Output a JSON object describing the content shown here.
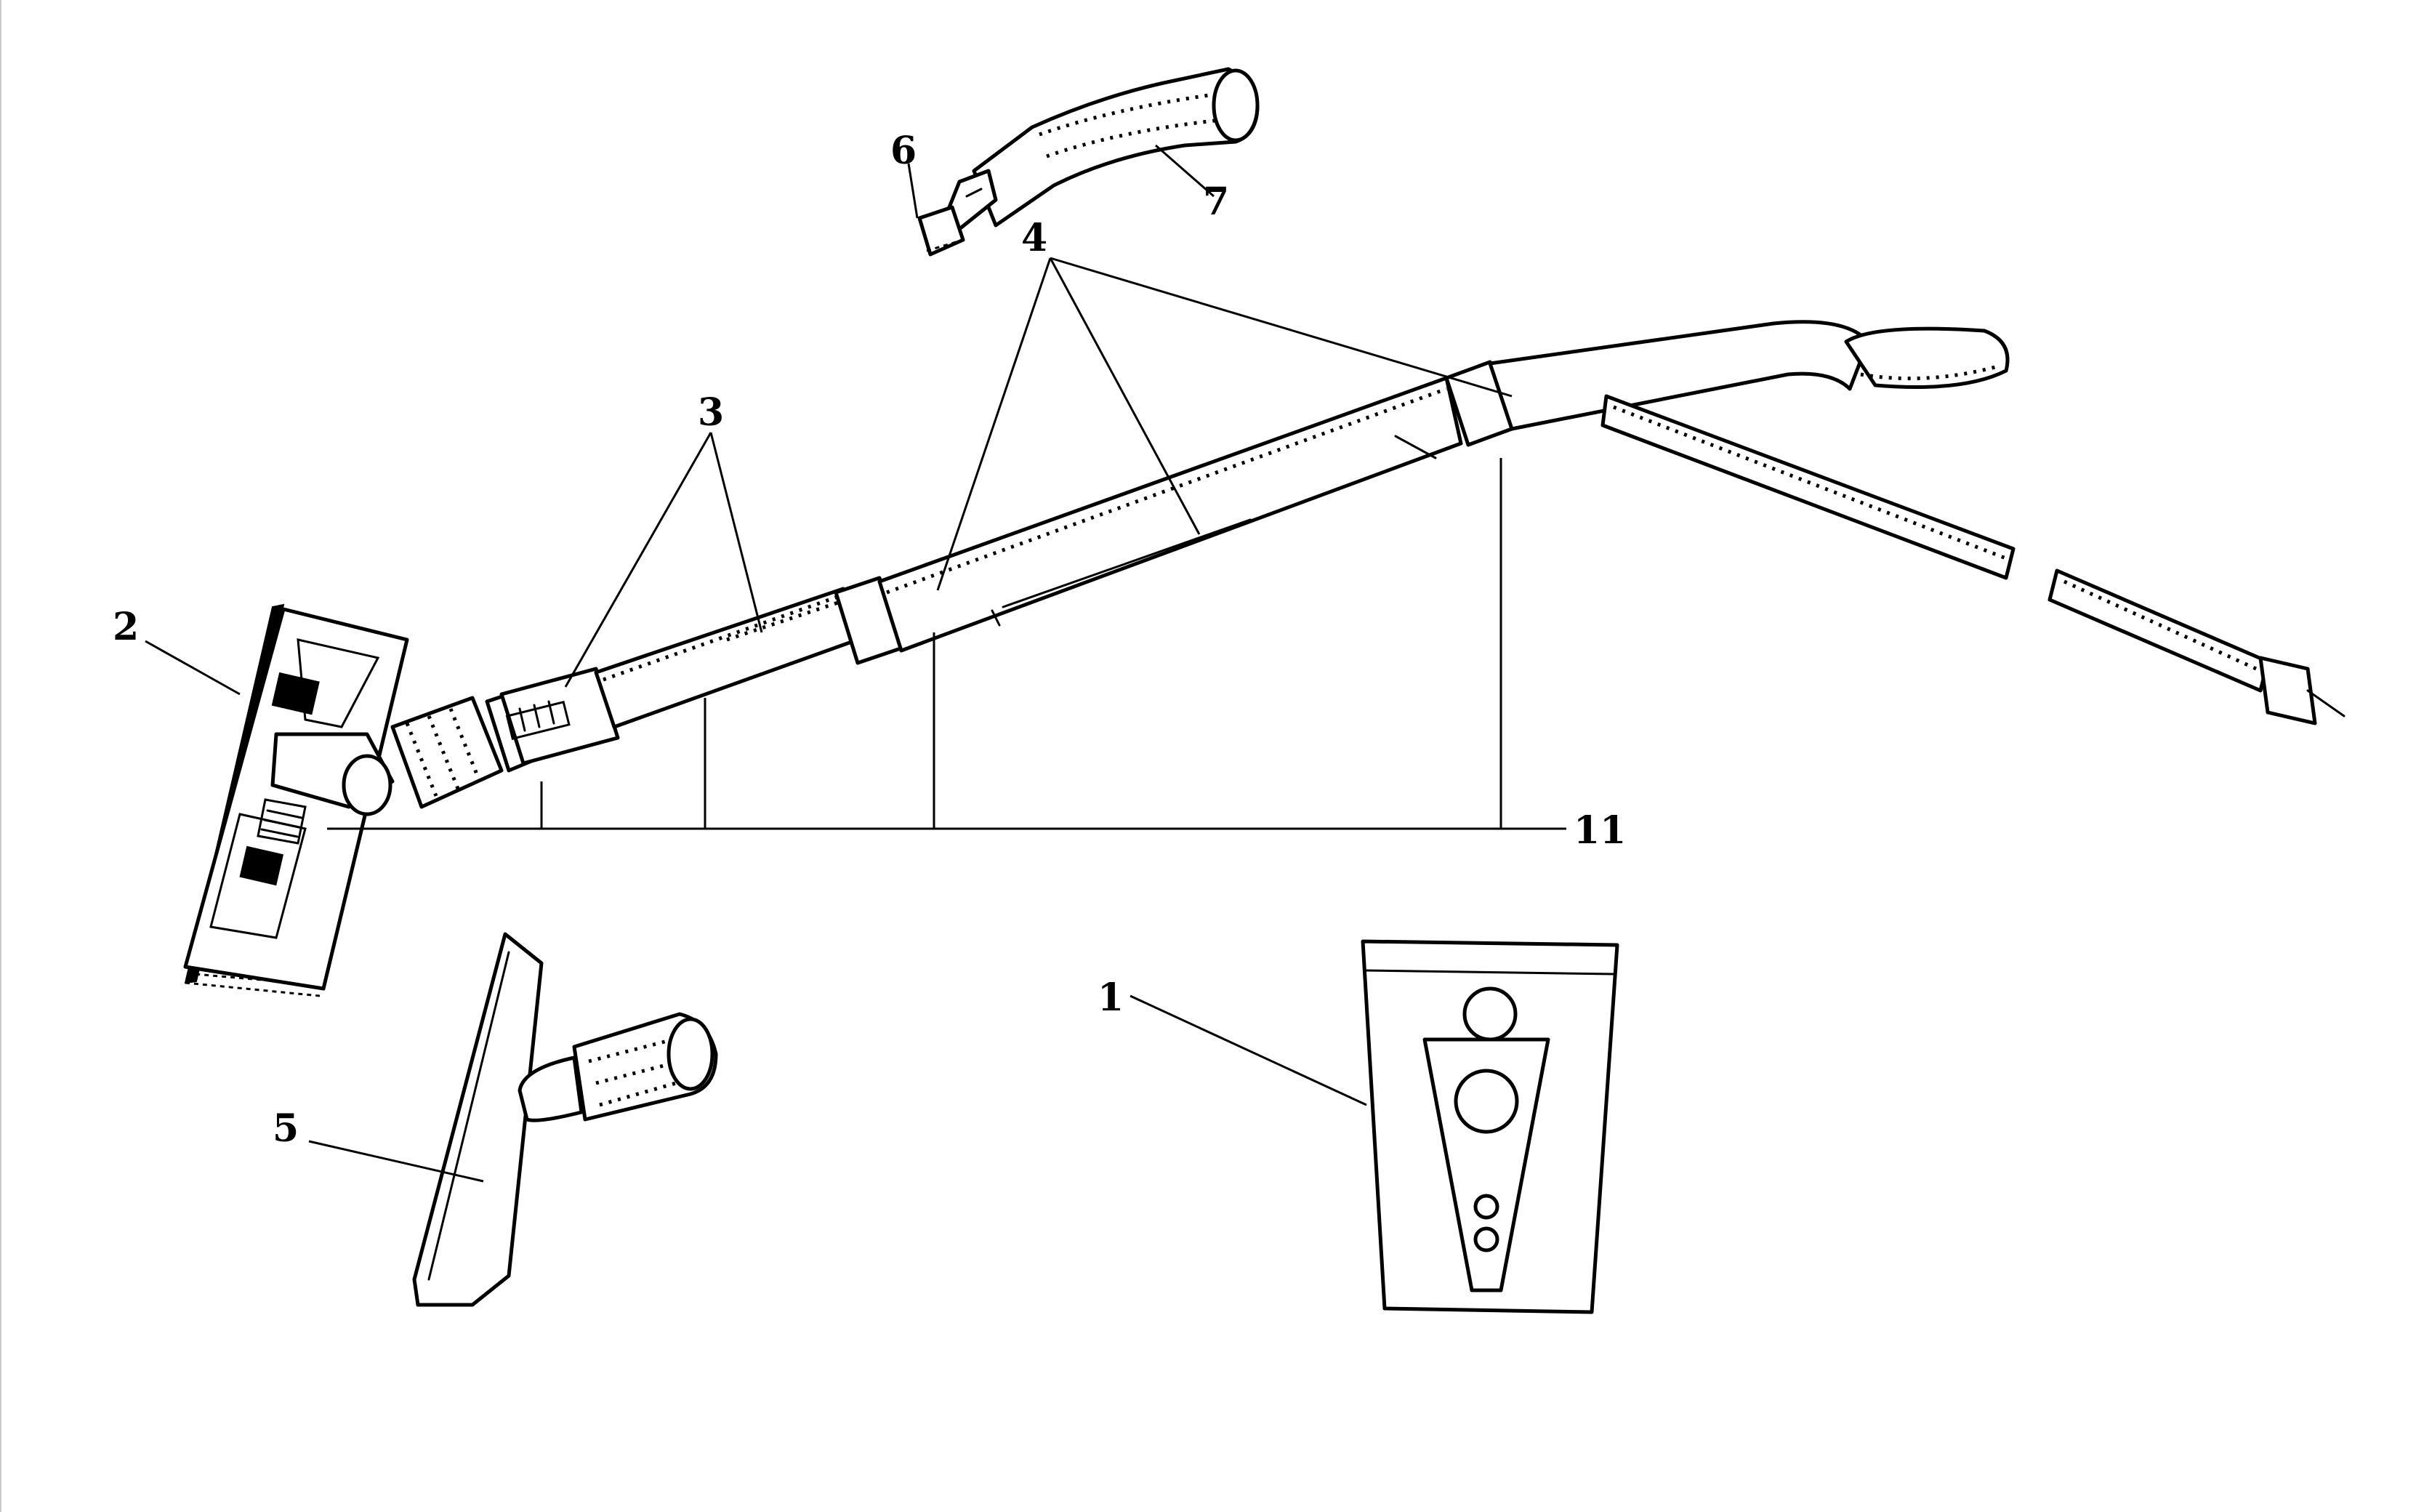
{
  "diagram": {
    "callouts": {
      "c1": "1",
      "c2": "2",
      "c3": "3",
      "c4": "4",
      "c5": "5",
      "c6": "6",
      "c7": "7",
      "c11": "11"
    }
  }
}
